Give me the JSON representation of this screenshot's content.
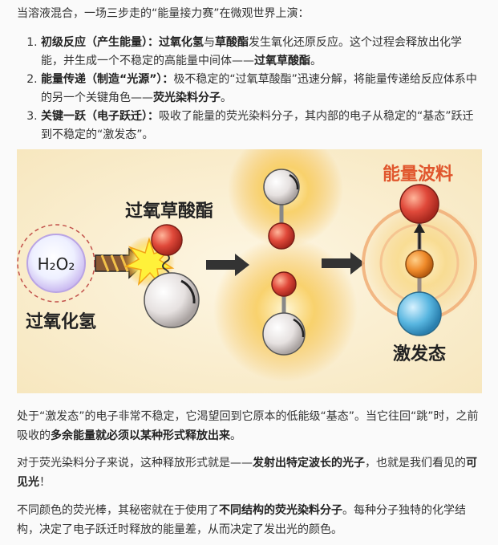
{
  "intro": "当溶液混合，一场三步走的“能量接力赛”在微观世界上演：",
  "steps": [
    {
      "title": "初级反应（产生能量）：",
      "t1": "过氧化氢",
      "t2": "与",
      "t3": "草酸酯",
      "t4": "发生氧化还原反应。这个过程会释放出化学能，并生成一个不稳定的高能量中间体——",
      "t5": "过氧草酸酯",
      "t6": "。"
    },
    {
      "title": "能量传递（制造“光源”）：",
      "t1": "极不稳定的“过氧草酸酯”迅速分解，将能量传递给反应体系中的另一个关键角色——",
      "t2": "荧光染料分子",
      "t3": "。"
    },
    {
      "title": "关键一跃（电子跃迁）：",
      "t1": "吸收了能量的荧光染料分子，其内部的电子从稳定的“基态”跃迁到不稳定的“激发态”。"
    }
  ],
  "figure": {
    "h2o2_label": "H₂O₂",
    "h2o2_caption": "过氧化氢",
    "oxalate_label": "过氧草酸酯",
    "dye_label": "能量波料",
    "excited_label": "激发态",
    "colors": {
      "background": "#fbf4df",
      "glow": "#f6c04a",
      "red_ball": "#e0493a",
      "orange_ball": "#ef8a2a",
      "blue_ball": "#58b6e0",
      "arrow": "#333333"
    }
  },
  "para1": {
    "a": "处于“激发态”的电子非常不稳定，它渴望回到它原本的低能级“基态”。当它往回“跳”时，之前吸收的",
    "b": "多余能量就必须以某种形式释放出来",
    "c": "。"
  },
  "para2": {
    "a": "对于荧光染料分子来说，这种释放形式就是——",
    "b": "发射出特定波长的光子",
    "c": "，也就是我们看见的",
    "d": "可见光",
    "e": "！"
  },
  "para3": {
    "a": "不同颜色的荧光棒，其秘密就在于使用了",
    "b": "不同结构的荧光染料分子",
    "c": "。每种分子独特的化学结构，决定了电子跃迁时释放的能量差，从而决定了发出光的颜色。"
  }
}
